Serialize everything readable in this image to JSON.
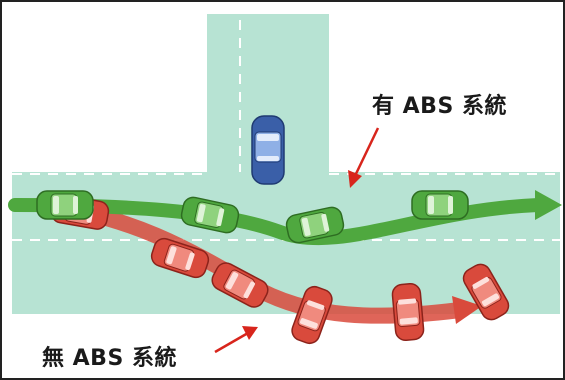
{
  "labels": {
    "with_abs": "有 ABS 系統",
    "without_abs": "無 ABS 系統"
  },
  "colors": {
    "road": "#b7e3d3",
    "road_lines": "#ffffff",
    "border": "#222222",
    "abs_car": "#4fa83f",
    "abs_car_dark": "#2e7a24",
    "noabs_car": "#d94a3c",
    "noabs_car_dark": "#9e2a20",
    "blocking_car": "#3a5fa8",
    "pointer_arrow": "#d8251c"
  },
  "icons": {
    "abs_path": "green-arrow-path",
    "noabs_path": "red-arrow-path",
    "obstacle": "blue-car-icon"
  }
}
